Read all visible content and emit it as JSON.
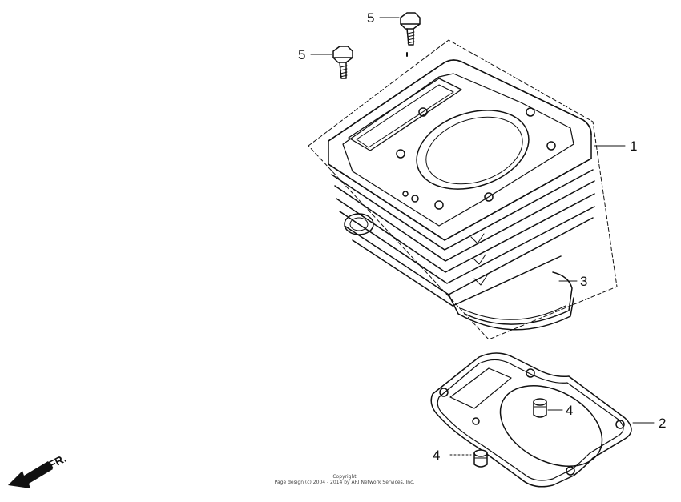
{
  "callouts": {
    "cylinder": "1",
    "base_gasket": "2",
    "o_ring": "3",
    "dowel_pin_upper": "4",
    "dowel_pin_lower": "4",
    "bolt_left": "5",
    "bolt_right": "5"
  },
  "direction_marker": "FR.",
  "copyright": {
    "line1": "Copyright",
    "line2": "Page design (c) 2004 - 2014 by ARI Network Services, Inc."
  },
  "colors": {
    "ink": "#111111",
    "background": "#ffffff"
  }
}
